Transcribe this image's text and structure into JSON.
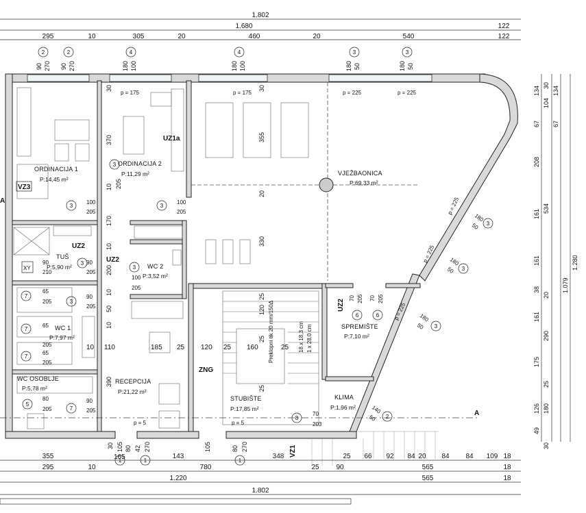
{
  "dimensions": {
    "top_overall_1": "1.802",
    "top_overall_2": "1.680",
    "top_right_1": "122",
    "top_right_2": "122",
    "top_segments": [
      "295",
      "10",
      "305",
      "20",
      "460",
      "20",
      "540"
    ],
    "window_labels": [
      {
        "a": "90",
        "b": "270"
      },
      {
        "a": "90",
        "b": "270"
      },
      {
        "a": "180",
        "b": "100"
      },
      {
        "a": "180",
        "b": "100"
      },
      {
        "a": "180",
        "b": "50"
      },
      {
        "a": "180",
        "b": "50"
      }
    ],
    "window_markers": [
      "2",
      "2",
      "4",
      "4",
      "3",
      "3"
    ],
    "right_col_1": [
      "134",
      "30",
      "104",
      "67",
      "208",
      "161",
      "161",
      "38",
      "20",
      "161",
      "290",
      "175",
      "25",
      "126",
      "180",
      "49",
      "30"
    ],
    "right_col_2": [
      "134",
      "67",
      "534",
      "1.079",
      "1.280"
    ],
    "bottom_row_1": [
      "355",
      "30",
      "105",
      "80",
      "42",
      "270",
      "143",
      "105",
      "80",
      "270",
      "348",
      "25",
      "66",
      "92",
      "84",
      "20",
      "84",
      "84",
      "109",
      "18"
    ],
    "bottom_row_2": [
      "295",
      "10",
      "780",
      "25",
      "90",
      "565",
      "18"
    ],
    "bottom_row_3": [
      "1.220",
      "565",
      "18"
    ],
    "bottom_overall": "1.802"
  },
  "rooms": [
    {
      "name": "ORDINACIJA 1",
      "area": "P:14,45 m²"
    },
    {
      "name": "ORDINACIJA 2",
      "area": "P:11,29 m²"
    },
    {
      "name": "VJEŽBAONICA",
      "area": "P:69,33 m²"
    },
    {
      "name": "TUŠ",
      "area": "P:5,90 m²"
    },
    {
      "name": "WC 2",
      "area": "P:3,52 m²"
    },
    {
      "name": "WC 1",
      "area": "P:7,97 m²"
    },
    {
      "name": "WC OSOBLJE",
      "area": "P:5,78 m²"
    },
    {
      "name": "RECEPCIJA",
      "area": "P:21,22 m²"
    },
    {
      "name": "STUBIŠTE",
      "area": "P:17,85 m²"
    },
    {
      "name": "SPREMIŠTE",
      "area": "P:7,10 m²"
    },
    {
      "name": "KLIMA",
      "area": "P:1,96 m²"
    }
  ],
  "tags": [
    "VZ3",
    "UZ1a",
    "UZ2",
    "UZ2",
    "UZ2",
    "ZNG",
    "VZ1"
  ],
  "sill_labels": [
    "p = 175",
    "p = 175",
    "p = 225",
    "p = 225",
    "p = 5",
    "p = 5",
    "p = 225",
    "p = 225",
    "p = 225"
  ],
  "door_labels": {
    "ord1": [
      "100",
      "205"
    ],
    "ord2": [
      "100",
      "205"
    ],
    "hall": [
      "100",
      "205"
    ],
    "tus": [
      "90",
      "210"
    ],
    "tus2": [
      "90",
      "205"
    ],
    "wc2": [
      "100",
      "205"
    ],
    "wc1a": [
      "65",
      "205"
    ],
    "wc1b": [
      "90",
      "205"
    ],
    "wc1c": [
      "65",
      "205"
    ],
    "wc1d": [
      "65",
      "205"
    ],
    "wcos": [
      "80",
      "205"
    ],
    "wcos2": [
      "90",
      "205"
    ],
    "sprem_a": [
      "70",
      "205"
    ],
    "sprem_b": [
      "70",
      "205"
    ],
    "klima": [
      "70",
      "203"
    ],
    "vjez_1": [
      "180",
      "50"
    ],
    "vjez_2": [
      "180",
      "50"
    ],
    "sprem_w": [
      "180",
      "50"
    ],
    "klima_w": [
      "140",
      "50"
    ]
  },
  "interior_dims": [
    "30",
    "370",
    "10",
    "100",
    "205",
    "170",
    "10",
    "200",
    "10",
    "50",
    "390",
    "30",
    "355",
    "20",
    "330",
    "120",
    "25",
    "25",
    "25",
    "185",
    "25",
    "120",
    "25",
    "160",
    "25",
    "110",
    "10",
    "10",
    "165"
  ],
  "markers": [
    "3",
    "3",
    "3",
    "3",
    "3",
    "3",
    "7",
    "7",
    "7",
    "7",
    "5",
    "1",
    "1",
    "1",
    "6",
    "6",
    "8",
    "2",
    "3",
    "3",
    "3"
  ],
  "stair_text": [
    "18 x 18,3 cm",
    "1 x 28,0 cm"
  ],
  "misc": [
    "XY",
    "A",
    "A",
    "Preklopni tik 20 mm/150Δ"
  ]
}
